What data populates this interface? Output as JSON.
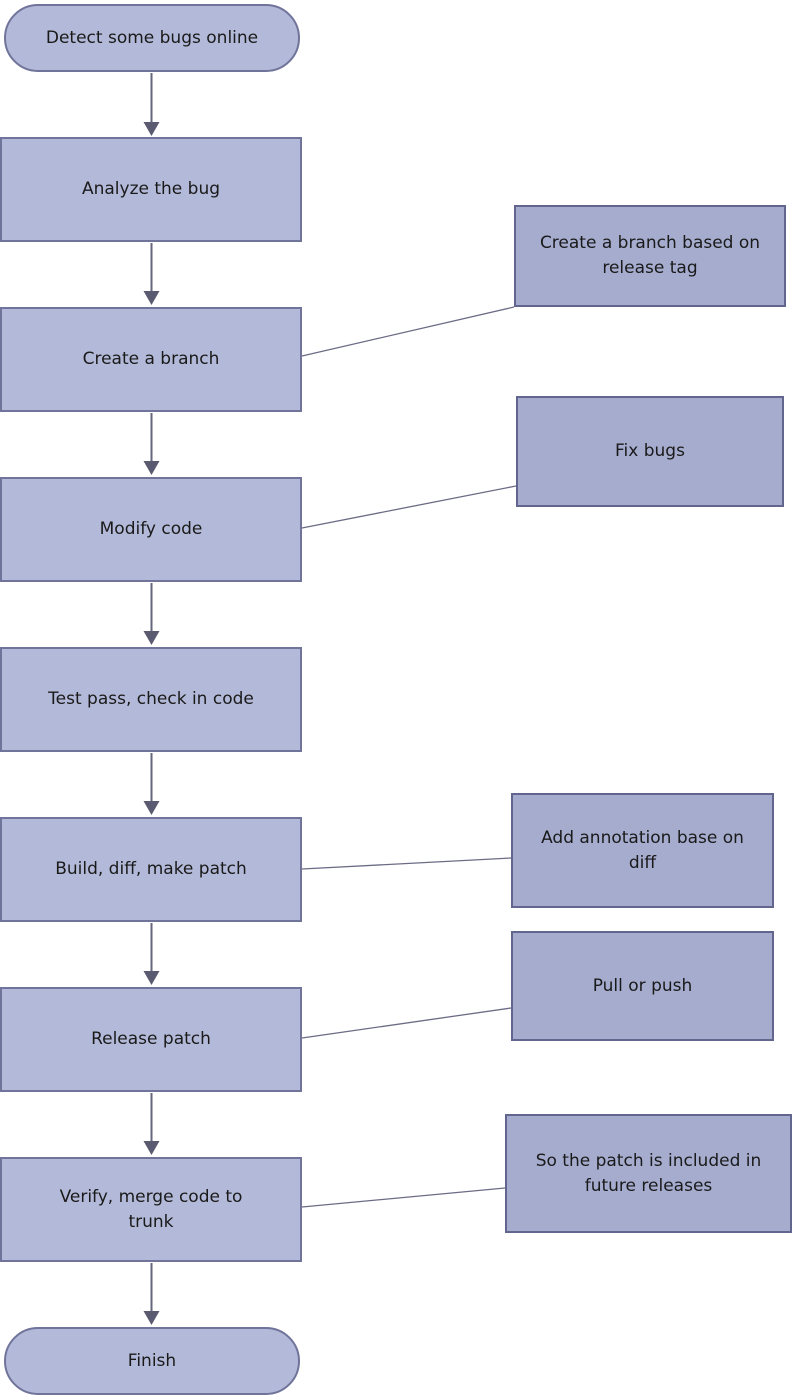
{
  "flow": {
    "start": "Detect some bugs online",
    "analyze": "Analyze the bug",
    "create_branch": "Create a branch",
    "modify_code": "Modify code",
    "test_pass": "Test pass, check in code",
    "build_diff": "Build, diff, make patch",
    "release_patch": "Release patch",
    "verify_merge": "Verify,  merge code to trunk",
    "finish": "Finish"
  },
  "notes": {
    "branch_tag": "Create a branch based on release tag",
    "fix_bugs": "Fix bugs",
    "annotation_diff": "Add annotation base on diff",
    "pull_push": "Pull or push",
    "future_releases": "So the patch is included in future releases"
  },
  "colors": {
    "node_fill": "#b3b9d8",
    "node_border": "#71749a",
    "note_fill": "#a5acce",
    "note_border": "#62668e",
    "arrow_color": "#66667e",
    "arrowhead_color": "#5a5a70",
    "connector_color": "#6b6b85"
  }
}
